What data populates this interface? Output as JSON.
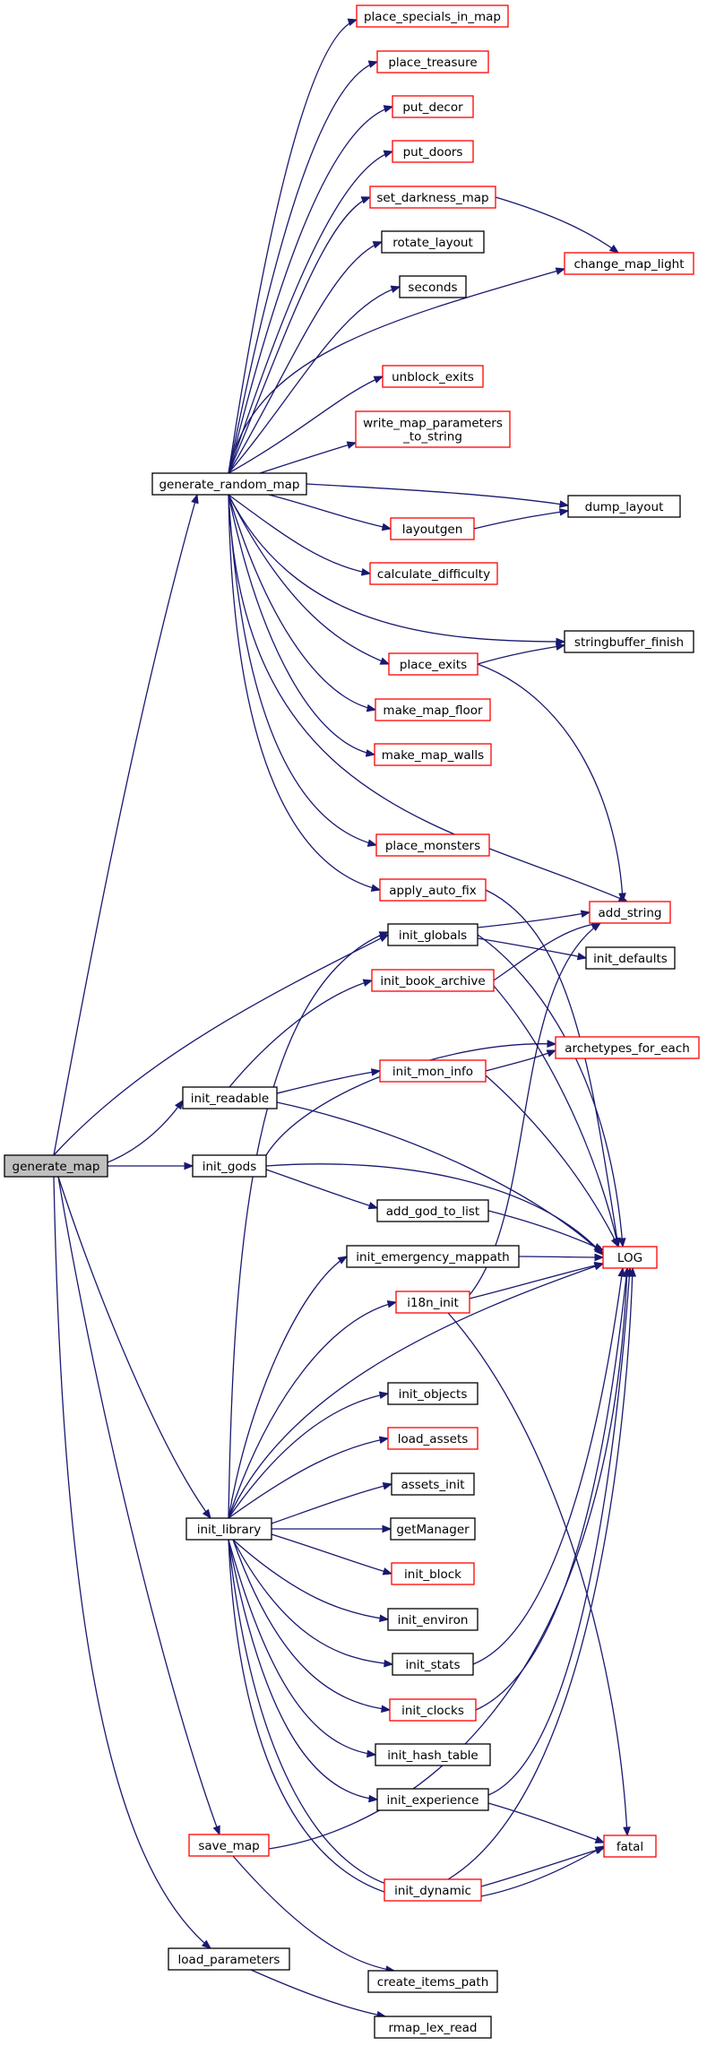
{
  "graph": {
    "edge_color": "#191970",
    "root_fill": "#bfbfbf",
    "incomplete_border_color": "#ff0000",
    "complete_border_color": "#000000",
    "nodes": [
      {
        "id": "generate_map",
        "label": [
          "generate_map"
        ],
        "style": "root"
      },
      {
        "id": "generate_random_map",
        "label": [
          "generate_random_map"
        ],
        "style": "black"
      },
      {
        "id": "place_specials_in_map",
        "label": [
          "place_specials_in_map"
        ],
        "style": "red"
      },
      {
        "id": "place_treasure",
        "label": [
          "place_treasure"
        ],
        "style": "red"
      },
      {
        "id": "put_decor",
        "label": [
          "put_decor"
        ],
        "style": "red"
      },
      {
        "id": "put_doors",
        "label": [
          "put_doors"
        ],
        "style": "red"
      },
      {
        "id": "set_darkness_map",
        "label": [
          "set_darkness_map"
        ],
        "style": "red"
      },
      {
        "id": "rotate_layout",
        "label": [
          "rotate_layout"
        ],
        "style": "black"
      },
      {
        "id": "seconds",
        "label": [
          "seconds"
        ],
        "style": "black"
      },
      {
        "id": "change_map_light",
        "label": [
          "change_map_light"
        ],
        "style": "red"
      },
      {
        "id": "unblock_exits",
        "label": [
          "unblock_exits"
        ],
        "style": "red"
      },
      {
        "id": "write_map_parameters_to_string",
        "label": [
          "write_map_parameters",
          "_to_string"
        ],
        "style": "red"
      },
      {
        "id": "dump_layout",
        "label": [
          "dump_layout"
        ],
        "style": "black"
      },
      {
        "id": "layoutgen",
        "label": [
          "layoutgen"
        ],
        "style": "red"
      },
      {
        "id": "calculate_difficulty",
        "label": [
          "calculate_difficulty"
        ],
        "style": "red"
      },
      {
        "id": "stringbuffer_finish",
        "label": [
          "stringbuffer_finish"
        ],
        "style": "black"
      },
      {
        "id": "place_exits",
        "label": [
          "place_exits"
        ],
        "style": "red"
      },
      {
        "id": "make_map_floor",
        "label": [
          "make_map_floor"
        ],
        "style": "red"
      },
      {
        "id": "make_map_walls",
        "label": [
          "make_map_walls"
        ],
        "style": "red"
      },
      {
        "id": "place_monsters",
        "label": [
          "place_monsters"
        ],
        "style": "red"
      },
      {
        "id": "apply_auto_fix",
        "label": [
          "apply_auto_fix"
        ],
        "style": "red"
      },
      {
        "id": "add_string",
        "label": [
          "add_string"
        ],
        "style": "red"
      },
      {
        "id": "init_globals",
        "label": [
          "init_globals"
        ],
        "style": "black"
      },
      {
        "id": "init_defaults",
        "label": [
          "init_defaults"
        ],
        "style": "black"
      },
      {
        "id": "init_book_archive",
        "label": [
          "init_book_archive"
        ],
        "style": "red"
      },
      {
        "id": "archetypes_for_each",
        "label": [
          "archetypes_for_each"
        ],
        "style": "red"
      },
      {
        "id": "init_readable",
        "label": [
          "init_readable"
        ],
        "style": "black"
      },
      {
        "id": "init_mon_info",
        "label": [
          "init_mon_info"
        ],
        "style": "red"
      },
      {
        "id": "init_gods",
        "label": [
          "init_gods"
        ],
        "style": "black"
      },
      {
        "id": "add_god_to_list",
        "label": [
          "add_god_to_list"
        ],
        "style": "black"
      },
      {
        "id": "LOG",
        "label": [
          "LOG"
        ],
        "style": "red"
      },
      {
        "id": "init_emergency_mappath",
        "label": [
          "init_emergency_mappath"
        ],
        "style": "black"
      },
      {
        "id": "i18n_init",
        "label": [
          "i18n_init"
        ],
        "style": "red"
      },
      {
        "id": "init_objects",
        "label": [
          "init_objects"
        ],
        "style": "black"
      },
      {
        "id": "load_assets",
        "label": [
          "load_assets"
        ],
        "style": "red"
      },
      {
        "id": "assets_init",
        "label": [
          "assets_init"
        ],
        "style": "black"
      },
      {
        "id": "init_library",
        "label": [
          "init_library"
        ],
        "style": "black"
      },
      {
        "id": "getManager",
        "label": [
          "getManager"
        ],
        "style": "black"
      },
      {
        "id": "init_block",
        "label": [
          "init_block"
        ],
        "style": "red"
      },
      {
        "id": "init_environ",
        "label": [
          "init_environ"
        ],
        "style": "black"
      },
      {
        "id": "init_stats",
        "label": [
          "init_stats"
        ],
        "style": "black"
      },
      {
        "id": "init_clocks",
        "label": [
          "init_clocks"
        ],
        "style": "red"
      },
      {
        "id": "init_hash_table",
        "label": [
          "init_hash_table"
        ],
        "style": "black"
      },
      {
        "id": "init_experience",
        "label": [
          "init_experience"
        ],
        "style": "black"
      },
      {
        "id": "save_map",
        "label": [
          "save_map"
        ],
        "style": "red"
      },
      {
        "id": "fatal",
        "label": [
          "fatal"
        ],
        "style": "red"
      },
      {
        "id": "init_dynamic",
        "label": [
          "init_dynamic"
        ],
        "style": "red"
      },
      {
        "id": "load_parameters",
        "label": [
          "load_parameters"
        ],
        "style": "black"
      },
      {
        "id": "create_items_path",
        "label": [
          "create_items_path"
        ],
        "style": "black"
      },
      {
        "id": "rmap_lex_read",
        "label": [
          "rmap_lex_read"
        ],
        "style": "black"
      }
    ]
  }
}
